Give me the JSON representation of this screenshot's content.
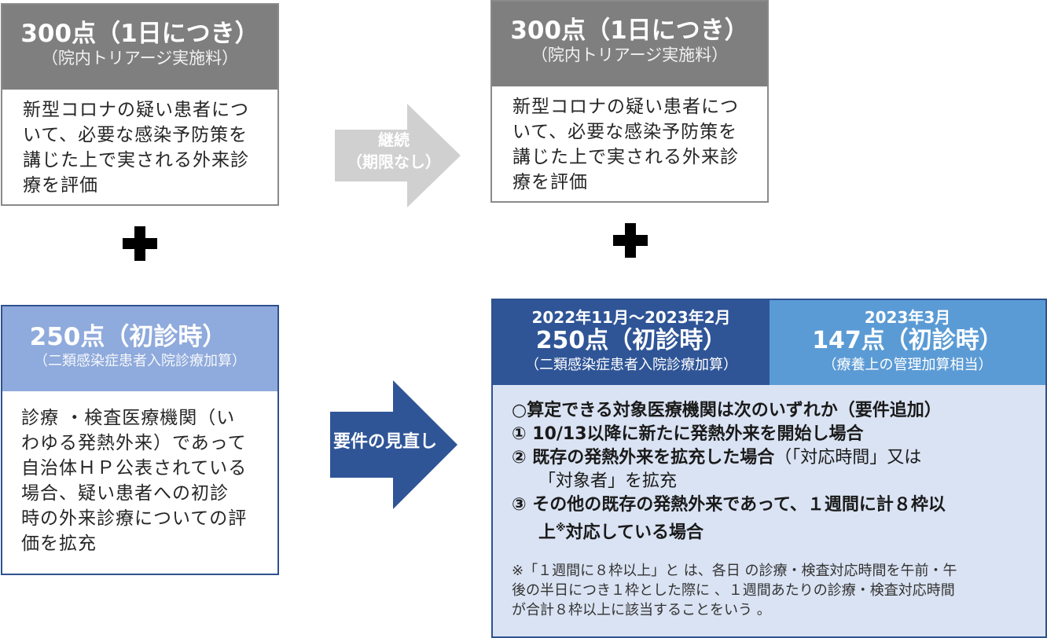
{
  "top_left": {
    "points": "300点（1日につき）",
    "subtitle": "（院内トリアージ実施料）",
    "lines": [
      "新型コロナの疑い患者につ",
      "いて、必要な感染予防策を",
      "講じた上で実される外来診",
      "療を評価"
    ]
  },
  "top_right": {
    "points": "300点（1日につき）",
    "subtitle": "（院内トリアージ実施料）",
    "lines": [
      "新型コロナの疑い患者につ",
      "いて、必要な感染予防策を",
      "講じた上で実される外来診",
      "療を評価"
    ]
  },
  "arrow_top": {
    "line1": "継続",
    "line2": "（期限なし）"
  },
  "arrow_bottom": {
    "label": "要件の見直し"
  },
  "bottom_left": {
    "points": "250点（初診時）",
    "subtitle": "（二類感染症患者入院診療加算）",
    "lines": [
      "診療 ・検査医療機関（い",
      "わゆる発熱外来）であって",
      "自治体ＨＰ公表されている",
      "場合、疑い患者への初診",
      "時の外来診療についての評",
      "価を拡充"
    ]
  },
  "bottom_right": {
    "left_head": {
      "date": "2022年11月～2023年2月",
      "points": "250点（初診時）",
      "subtitle": "（二類感染症患者入院診療加算）"
    },
    "right_head": {
      "date": "2023年3月",
      "points": "147点（初診時）",
      "subtitle": "（療養上の管理加算相当）"
    },
    "heading": "○算定できる対象医療機関は次のいずれか（要件追加）",
    "item1": "①  10/13以降に新たに発熱外来を開始し場合",
    "item2_bold": "②  既存の発熱外来を拡充した場合",
    "item2_normal": "（「対応時間」又は",
    "item2_cont": "「対象者」を拡充",
    "item3_line1": "③  その他の既存の発熱外来であって、１週間に計８枠以",
    "item3_line2a": "上",
    "item3_sup": "※",
    "item3_line2b": "対応している場合",
    "note_lines": [
      "※「１週間に８枠以上」と は、各日 の診療・検査対応時間を午前・午",
      "後の半日につき１枠とした際に 、１週間あたりの診療・検査対応時間",
      "が合計８枠以上に該当することをいう 。"
    ]
  },
  "colors": {
    "gray_header": "#7f7f7f",
    "gray_arrow": "#d0d0d0",
    "blue_light_header": "#8faadc",
    "blue_dark": "#2f5597",
    "blue_mid": "#5b9bd5",
    "panel_bg": "#dae3f3"
  }
}
